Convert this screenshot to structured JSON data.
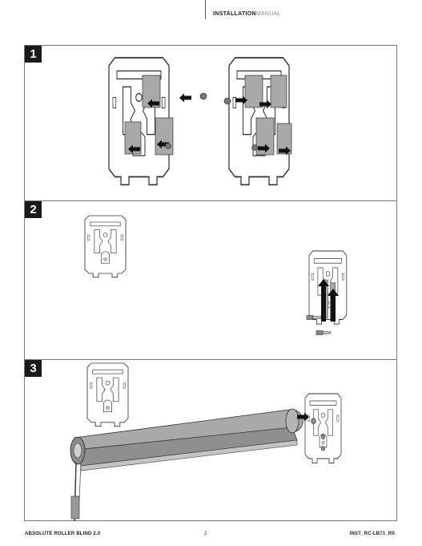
{
  "header": {
    "title_bold": "INSTALLATION",
    "title_light": "MANUAL"
  },
  "steps": [
    {
      "number": "1"
    },
    {
      "number": "2"
    },
    {
      "number": "3"
    }
  ],
  "footer": {
    "product": "ABSOLUTE ROLLER BLIND 2.0",
    "page": "2",
    "doc_code": "INST_RC-LB71_R0"
  },
  "colors": {
    "accent": "#1a1a1a",
    "shade": "#a9a9a9",
    "panel_border": "#777777"
  }
}
